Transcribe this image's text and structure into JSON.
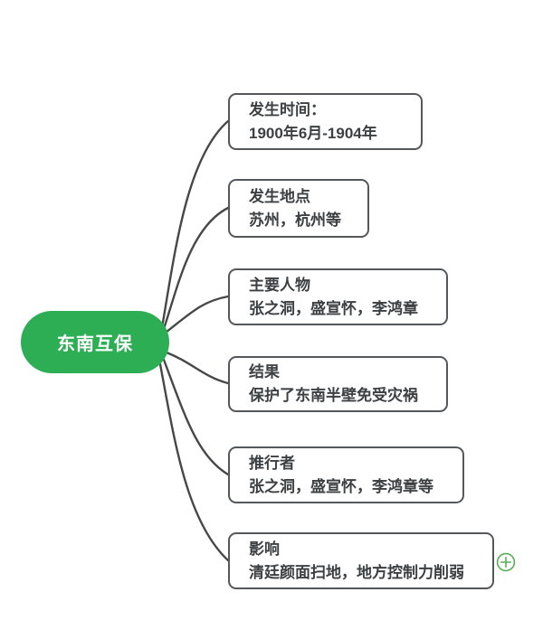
{
  "root": {
    "label": "东南互保"
  },
  "nodes": [
    {
      "title": "发生时间：",
      "content": "1900年6月-1904年"
    },
    {
      "title": "发生地点",
      "content": "苏州，杭州等"
    },
    {
      "title": "主要人物",
      "content": "张之洞，盛宣怀，李鸿章"
    },
    {
      "title": "结果",
      "content": "保护了东南半壁免受灾祸"
    },
    {
      "title": "推行者",
      "content": "张之洞，盛宣怀，李鸿章等"
    },
    {
      "title": "影响",
      "content": "清廷颜面扫地，地方控制力削弱"
    }
  ],
  "icons": {
    "add_node": "plus-circle"
  },
  "colors": {
    "bg": "#ffffff",
    "root_bg": "#2eae54",
    "root_text": "#ffffff",
    "line": "#474747",
    "box_border": "#55585b",
    "box_text": "#3d4043",
    "add_icon": "#58ae57"
  }
}
